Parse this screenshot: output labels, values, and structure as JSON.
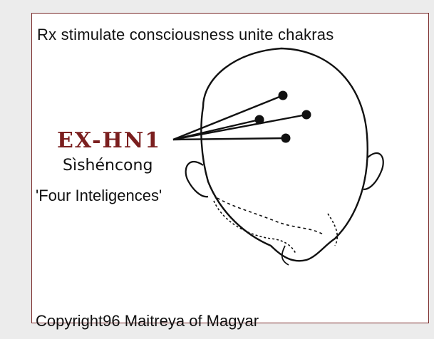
{
  "caption": "Rx stimulate consciousness unite chakras",
  "point": {
    "code": "EX-HN1",
    "pinyin": "Sìshéncong",
    "english": "'Four Inteligences'"
  },
  "copyright": "Copyright96 Maitreya of Magyar",
  "colors": {
    "border": "#7a2a2a",
    "code_label": "#7b1f1f",
    "ink": "#111111"
  },
  "illustration": "head-top-view"
}
